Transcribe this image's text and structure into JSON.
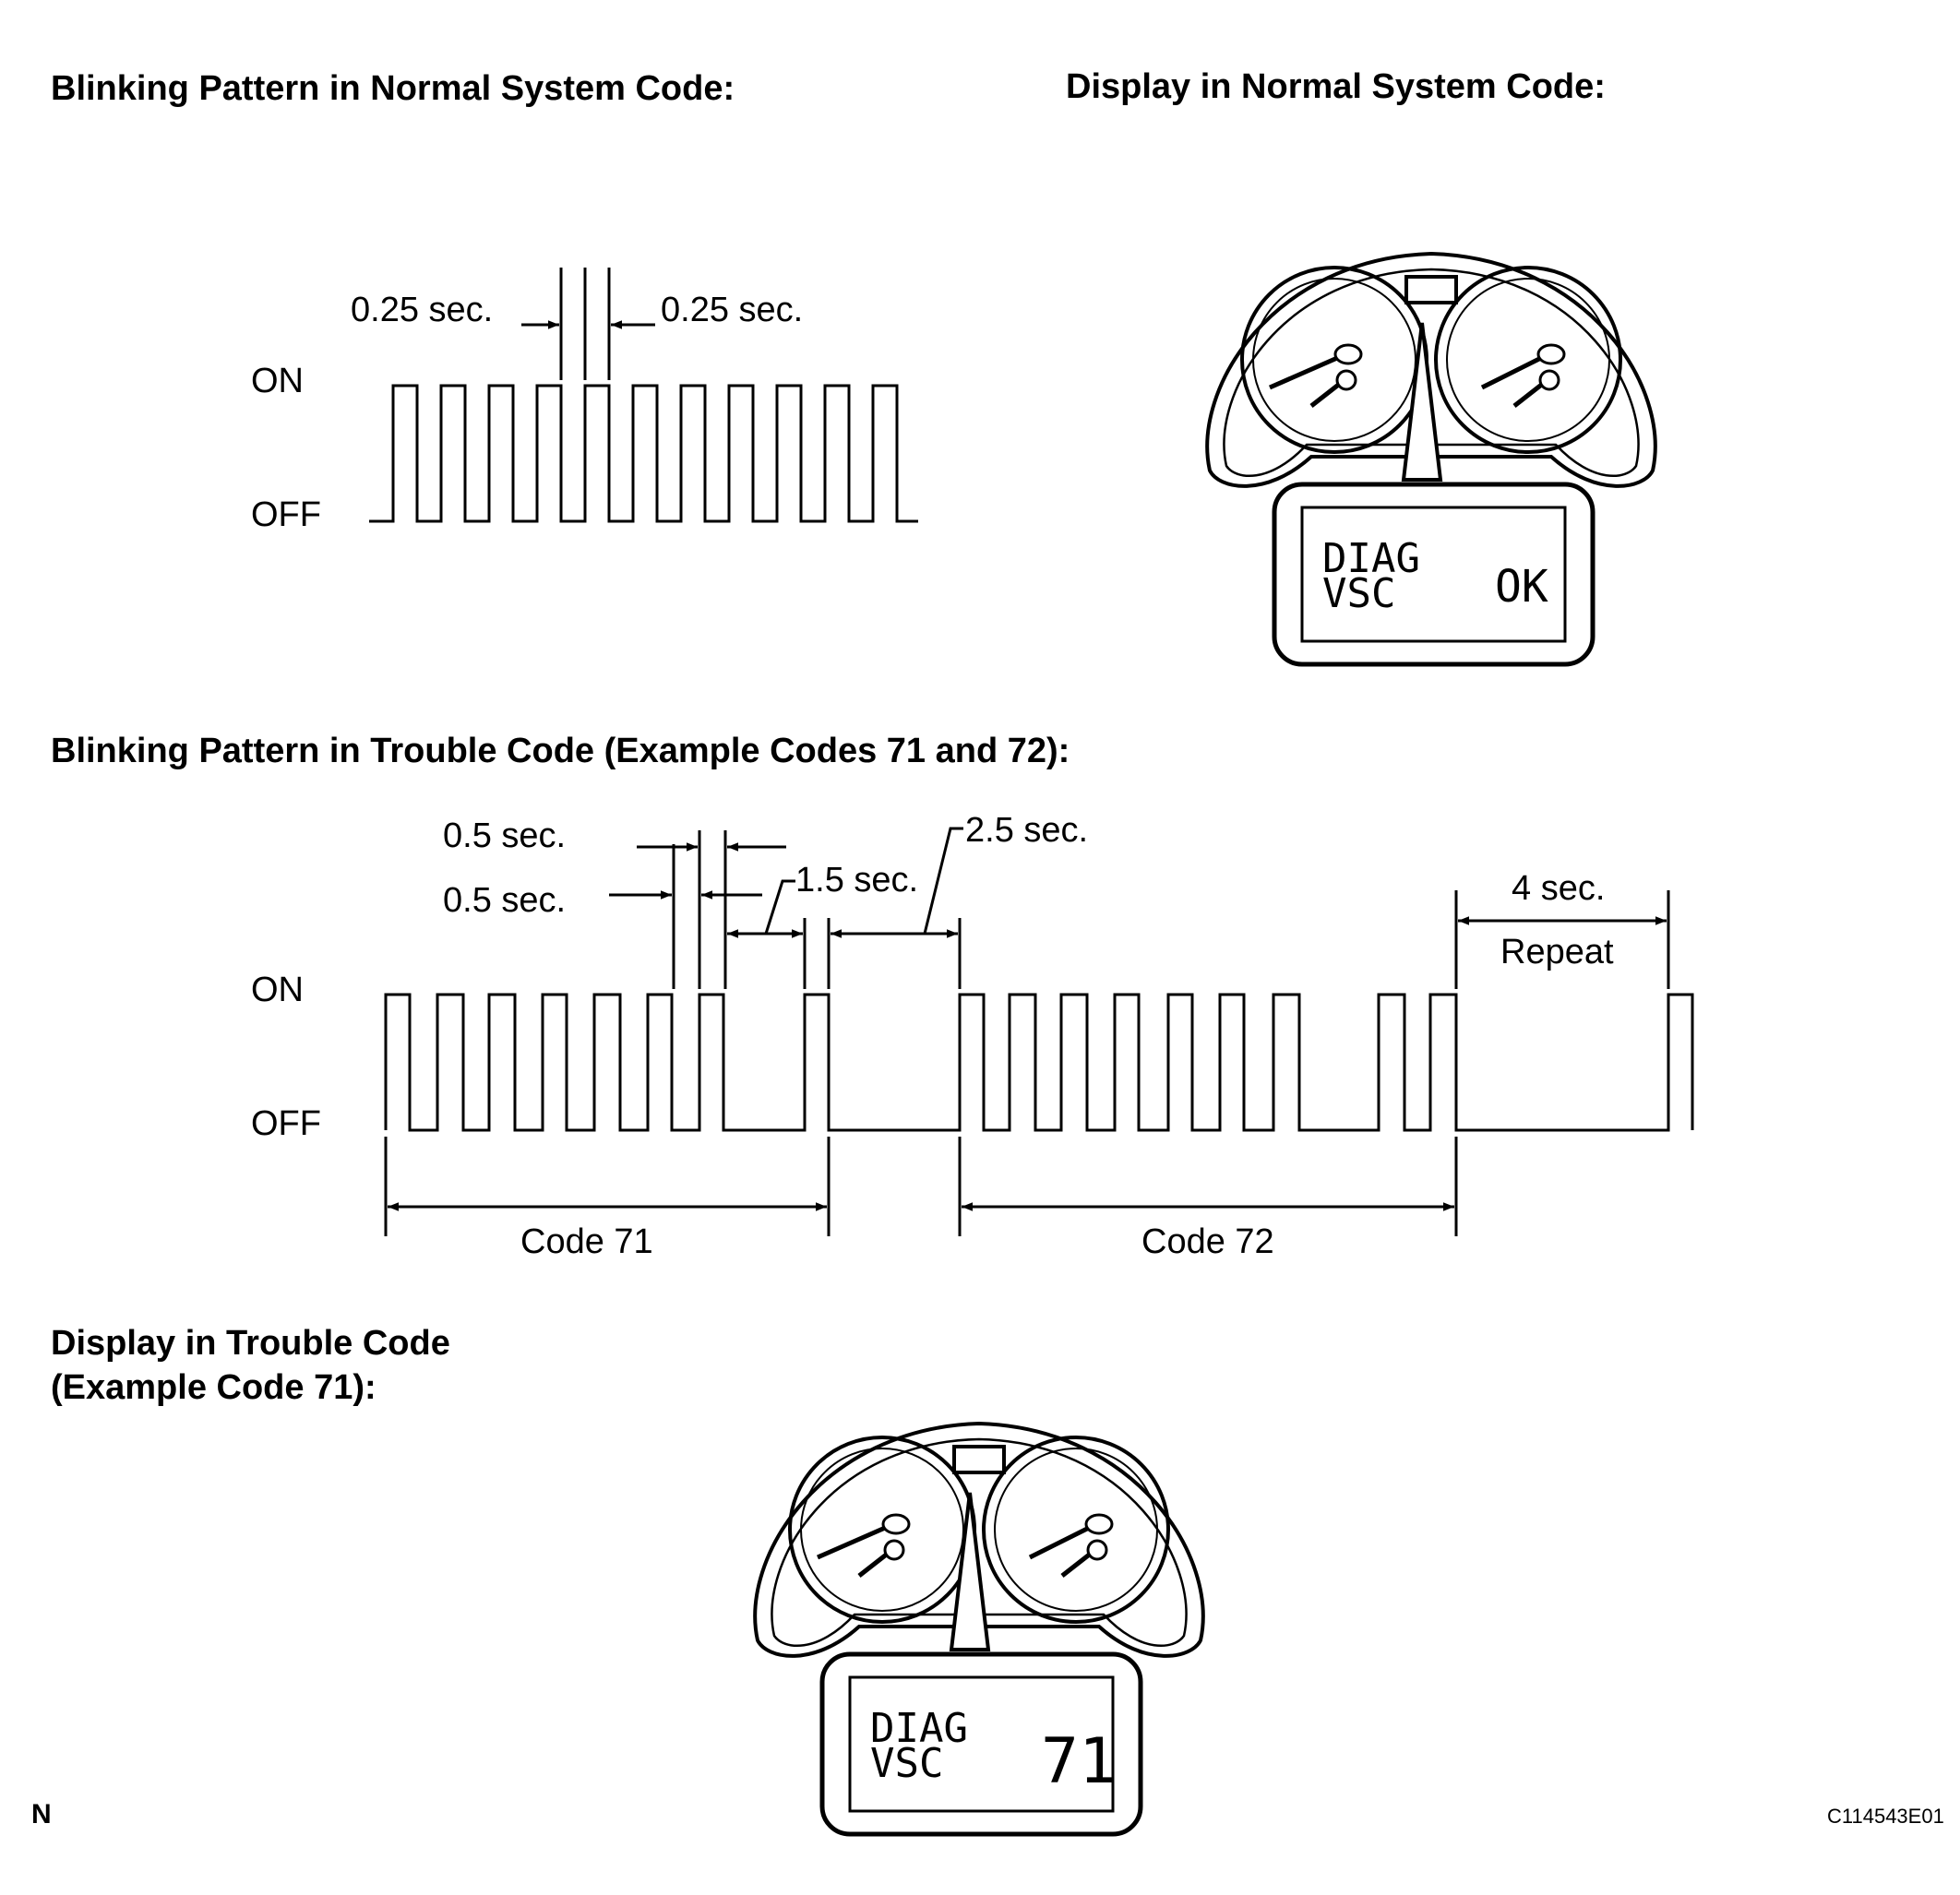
{
  "headings": {
    "normal_pattern": "Blinking Pattern in Normal System Code:",
    "normal_display": "Display in Normal System Code:",
    "trouble_pattern": "Blinking Pattern in Trouble Code (Example Codes 71 and 72):",
    "trouble_display_line1": "Display  in Trouble Code",
    "trouble_display_line2": "(Example Code 71):"
  },
  "normal_pattern": {
    "timing_left": "0.25 sec.",
    "timing_right": "0.25 sec.",
    "on_label": "ON",
    "off_label": "OFF"
  },
  "trouble_pattern": {
    "on_label": "ON",
    "off_label": "OFF",
    "timing_on": "0.5 sec.",
    "timing_off": "0.5 sec.",
    "timing_digit_gap": "1.5 sec.",
    "timing_code_gap": "2.5 sec.",
    "timing_repeat": "4 sec.",
    "repeat_label": "Repeat",
    "code_a": "Code 71",
    "code_b": "Code 72"
  },
  "display_normal": {
    "line1": "DIAG",
    "line2": "VSC",
    "value": "OK"
  },
  "display_trouble": {
    "line1": "DIAG",
    "line2": "VSC",
    "value": "71"
  },
  "footer": {
    "left_mark": "N",
    "figure_id": "C114543E01"
  }
}
